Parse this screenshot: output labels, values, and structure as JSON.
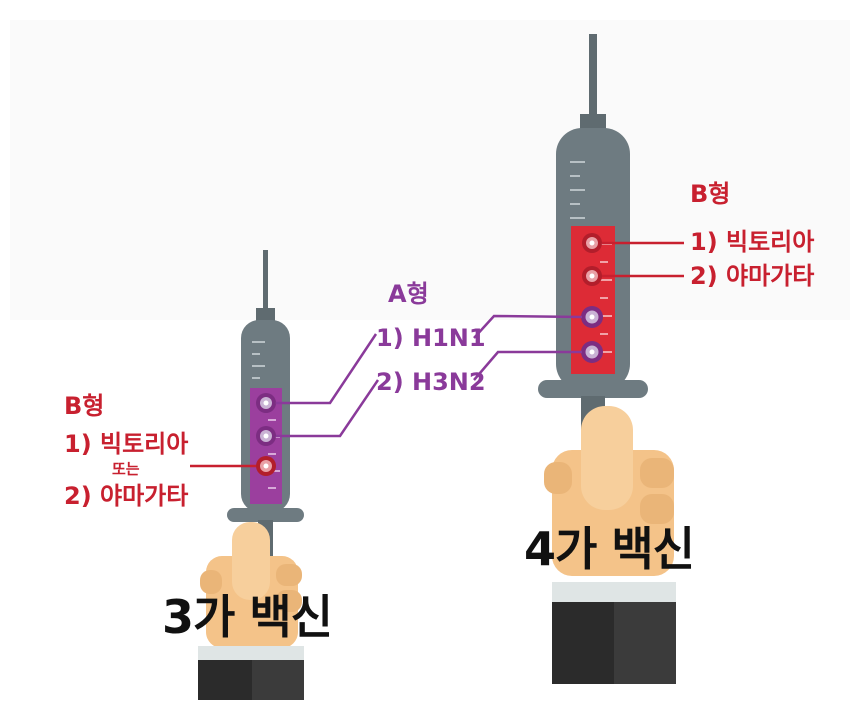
{
  "syringe_3": {
    "title": "3가 백신",
    "b_type": {
      "heading": "B형",
      "item1": "1) 빅토리아",
      "connector": "또는",
      "item2": "2) 야마가타"
    }
  },
  "syringe_4": {
    "title": "4가 백신",
    "b_type": {
      "heading": "B형",
      "item1": "1) 빅토리아",
      "item2": "2) 야마가타"
    }
  },
  "a_type": {
    "heading": "A형",
    "item1": "1) H1N1",
    "item2": "2) H3N2"
  },
  "colors": {
    "b_label": "#c8202f",
    "a_label": "#8a3a9a",
    "barrel": "#6e7b81",
    "fill_3": "#9b3f9e",
    "fill_4": "#dd2b36",
    "hand": "#f4c389",
    "sleeve": "#2b2b2b"
  }
}
